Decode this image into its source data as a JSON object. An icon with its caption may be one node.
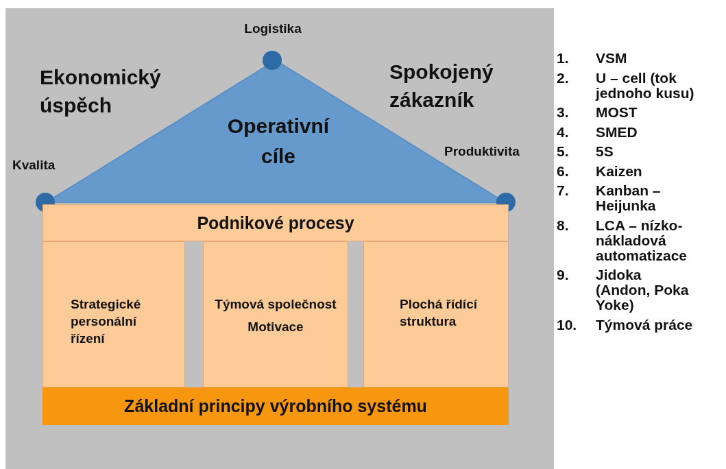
{
  "diagram": {
    "nodes": [
      {
        "text": [
          "Operativní cíle"
        ]
      },
      {
        "text": [],
        "shape": "circle"
      },
      {
        "text": [],
        "shape": "circle"
      },
      {
        "text": [],
        "shape": "circle"
      },
      {
        "text": [
          "Podnikové procesy"
        ]
      },
      {
        "text": [
          "Strategické personální řízení"
        ]
      },
      {
        "text": [
          "Týmová společnost",
          "Motivace"
        ]
      },
      {
        "text": [
          "Plochá řídící struktura"
        ]
      },
      {
        "text": [
          "Základní principy výrobního systému"
        ]
      }
    ],
    "labels": [
      "Logistika",
      "Ekonomický úspěch",
      "Spokojený zákazník",
      "Kvalita",
      "Produktivita",
      "1. VSM",
      "2. U – cell (tok jednoho kusu)",
      "3. MOST",
      "4. SMED",
      "5. 5S",
      "6. Kaizen",
      "7. Kanban – Heijunka",
      "8. LCA – nízko-nákladová automatizace",
      "9. Jidoka (Andon, Poka Yoke)",
      "10. Týmová práce"
    ]
  }
}
